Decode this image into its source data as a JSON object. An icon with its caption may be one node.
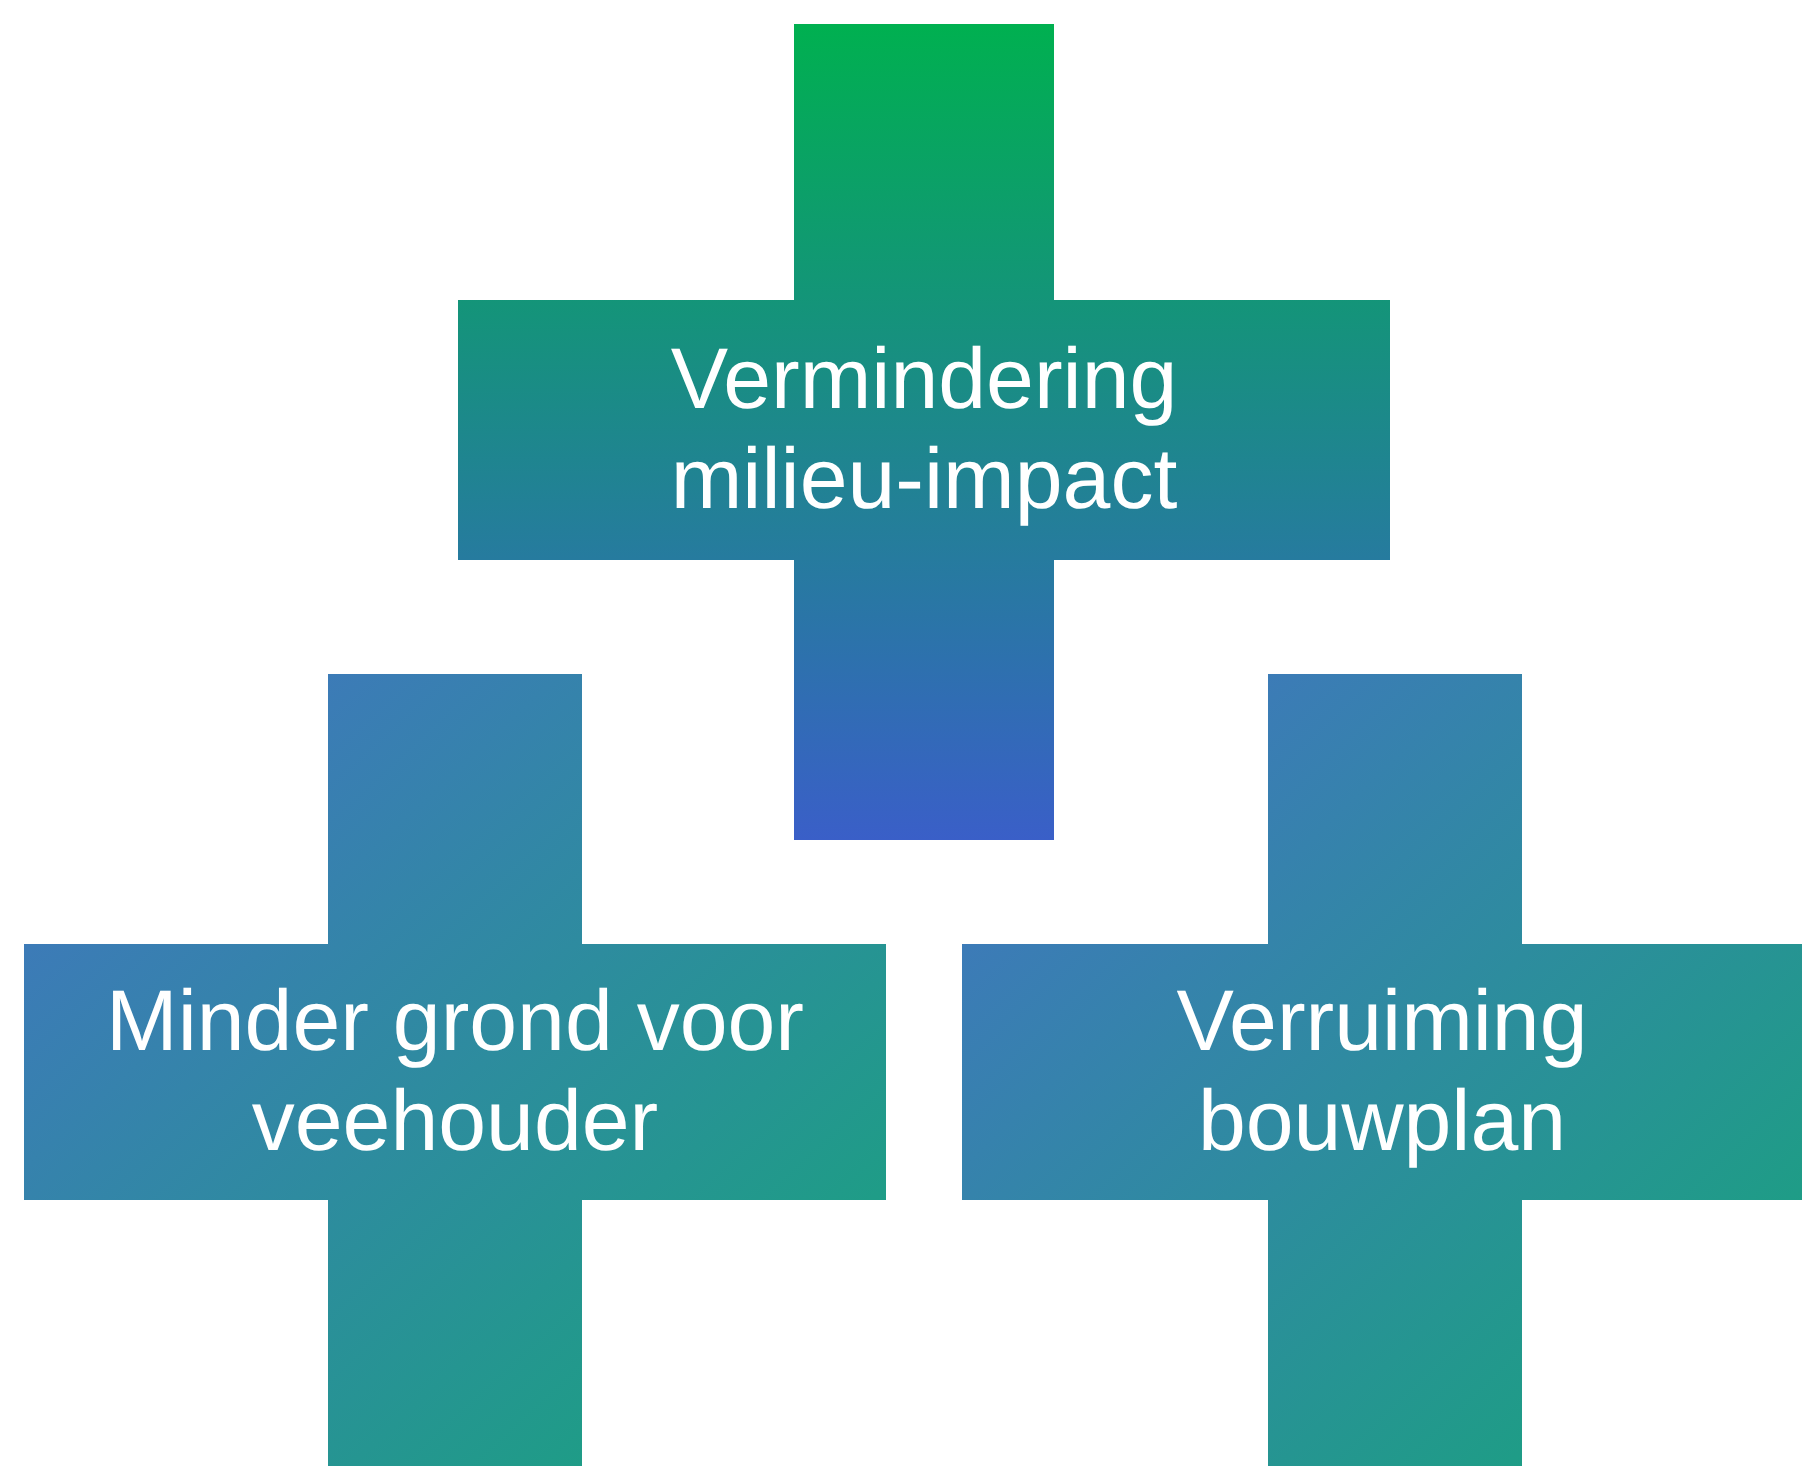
{
  "diagram": {
    "nodes": [
      {
        "text": [
          "Vermindering milieu-impact"
        ]
      },
      {
        "text": [
          "Minder grond voor veehouder"
        ]
      },
      {
        "text": [
          "Verruiming bouwplan"
        ]
      }
    ]
  }
}
